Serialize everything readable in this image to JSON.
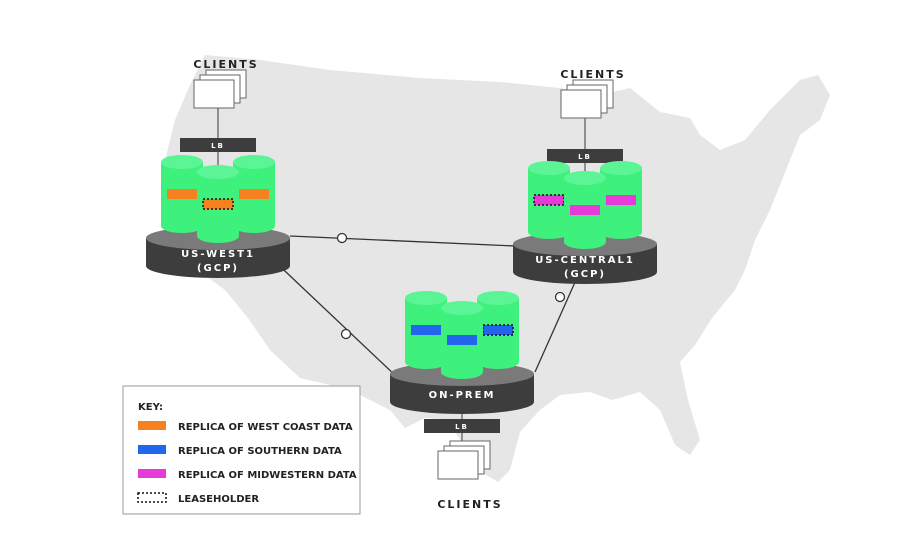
{
  "colors": {
    "map": "#e6e6e6",
    "cylinder": "#3ef07c",
    "cylinder_top": "#5cf595",
    "platform": "#3d3d3d",
    "platform_top": "#7a7a7a",
    "west": "#f5821f",
    "south": "#2266ee",
    "midwest": "#e83ad9",
    "line": "#333333"
  },
  "clusters": [
    {
      "id": "us-west1",
      "name": "US-WEST1",
      "sub": "(GCP)",
      "clients_label": "CLIENTS",
      "lb_label": "LB",
      "replicas": [
        "west",
        "west",
        "west"
      ],
      "leaseholder_index": 1
    },
    {
      "id": "us-central1",
      "name": "US-CENTRAL1",
      "sub": "(GCP)",
      "clients_label": "CLIENTS",
      "lb_label": "LB",
      "replicas": [
        "midwest",
        "midwest",
        "midwest"
      ],
      "leaseholder_index": 0
    },
    {
      "id": "on-prem",
      "name": "ON-PREM",
      "sub": "",
      "clients_label": "CLIENTS",
      "lb_label": "LB",
      "replicas": [
        "south",
        "south",
        "south"
      ],
      "leaseholder_index": 2
    }
  ],
  "key": {
    "title": "KEY:",
    "items": [
      {
        "type": "west",
        "label": "REPLICA OF WEST COAST DATA"
      },
      {
        "type": "south",
        "label": "REPLICA OF SOUTHERN DATA"
      },
      {
        "type": "midwest",
        "label": "REPLICA OF MIDWESTERN DATA"
      },
      {
        "type": "leaseholder",
        "label": "LEASEHOLDER"
      }
    ]
  }
}
